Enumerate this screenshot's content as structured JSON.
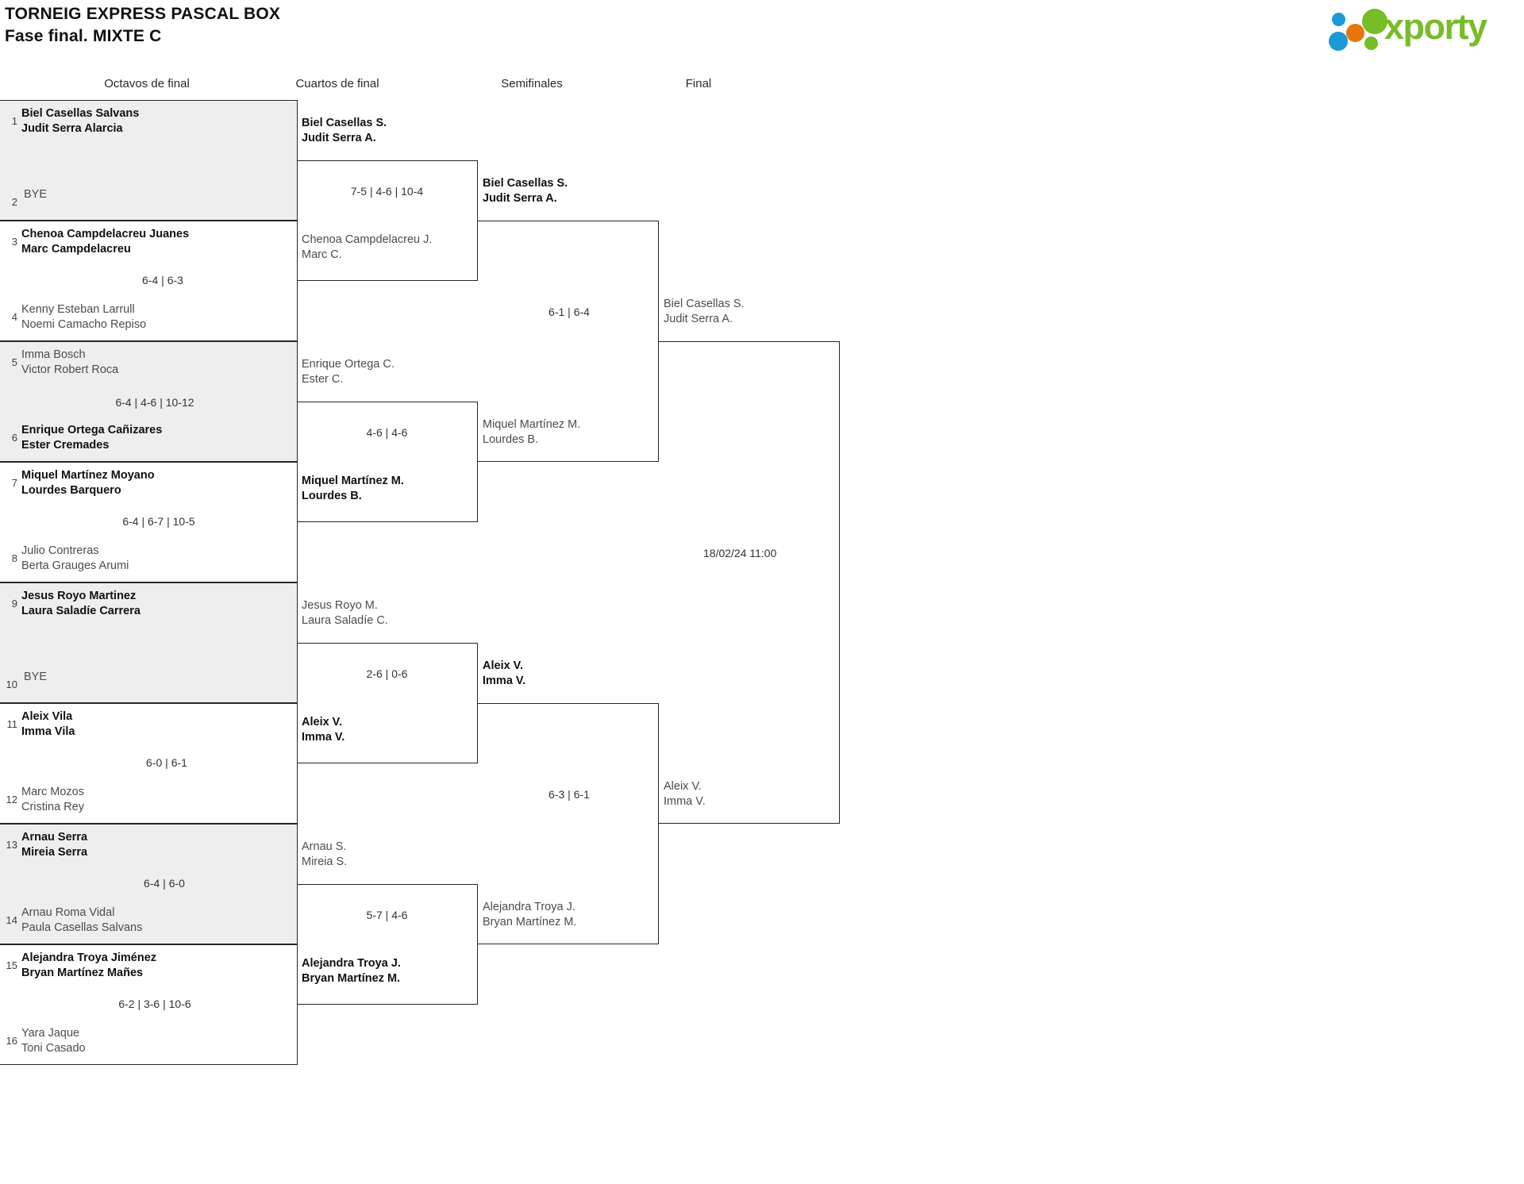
{
  "header": {
    "title_line1": "TORNEIG EXPRESS PASCAL BOX",
    "title_line2": "Fase final. MIXTE C",
    "logo_text": "xporty"
  },
  "rounds": [
    {
      "label": "Octavos de final"
    },
    {
      "label": "Cuartos de final"
    },
    {
      "label": "Semifinales"
    },
    {
      "label": "Final"
    }
  ],
  "round1": {
    "matches": [
      {
        "top": {
          "seed": "1",
          "p1": "Biel Casellas Salvans",
          "p2": "Judit Serra Alarcia",
          "result": "winner"
        },
        "bottom": {
          "seed": "2",
          "bye": "BYE",
          "result": "loser"
        },
        "score": ""
      },
      {
        "top": {
          "seed": "3",
          "p1": "Chenoa Campdelacreu Juanes",
          "p2": "Marc Campdelacreu",
          "result": "winner"
        },
        "bottom": {
          "seed": "4",
          "p1": "Kenny Esteban Larrull",
          "p2": "Noemi Camacho Repiso",
          "result": "loser"
        },
        "score": "6-4 | 6-3"
      },
      {
        "top": {
          "seed": "5",
          "p1": "Imma Bosch",
          "p2": "Victor Robert Roca",
          "result": "loser"
        },
        "bottom": {
          "seed": "6",
          "p1": "Enrique Ortega Cañizares",
          "p2": "Ester Cremades",
          "result": "winner"
        },
        "score": "6-4 | 4-6 | 10-12"
      },
      {
        "top": {
          "seed": "7",
          "p1": "Miquel Martínez Moyano",
          "p2": "Lourdes Barquero",
          "result": "winner"
        },
        "bottom": {
          "seed": "8",
          "p1": "Julio Contreras",
          "p2": "Berta Grauges Arumi",
          "result": "loser"
        },
        "score": "6-4 | 6-7 | 10-5"
      },
      {
        "top": {
          "seed": "9",
          "p1": "Jesus Royo Martinez",
          "p2": "Laura Saladíe Carrera",
          "result": "winner"
        },
        "bottom": {
          "seed": "10",
          "bye": "BYE",
          "result": "loser"
        },
        "score": ""
      },
      {
        "top": {
          "seed": "11",
          "p1": "Aleix Vila",
          "p2": "Imma Vila",
          "result": "winner"
        },
        "bottom": {
          "seed": "12",
          "p1": "Marc Mozos",
          "p2": "Cristina Rey",
          "result": "loser"
        },
        "score": "6-0 | 6-1"
      },
      {
        "top": {
          "seed": "13",
          "p1": "Arnau Serra",
          "p2": "Mireia Serra",
          "result": "winner"
        },
        "bottom": {
          "seed": "14",
          "p1": "Arnau Roma Vidal",
          "p2": "Paula Casellas Salvans",
          "result": "loser"
        },
        "score": "6-4 | 6-0"
      },
      {
        "top": {
          "seed": "15",
          "p1": "Alejandra Troya Jiménez",
          "p2": "Bryan Martínez Mañes",
          "result": "winner"
        },
        "bottom": {
          "seed": "16",
          "p1": "Yara Jaque",
          "p2": "Toni Casado",
          "result": "loser"
        },
        "score": "6-2 | 3-6 | 10-6"
      }
    ]
  },
  "round2": {
    "matches": [
      {
        "top": {
          "p1": "Biel Casellas S.",
          "p2": "Judit Serra A.",
          "result": "winner"
        },
        "bottom": {
          "p1": "Chenoa Campdelacreu J.",
          "p2": "Marc C.",
          "result": "loser"
        },
        "score": "7-5 | 4-6 | 10-4"
      },
      {
        "top": {
          "p1": "Enrique Ortega C.",
          "p2": "Ester C.",
          "result": "loser"
        },
        "bottom": {
          "p1": "Miquel Martínez M.",
          "p2": "Lourdes B.",
          "result": "winner"
        },
        "score": "4-6 | 4-6"
      },
      {
        "top": {
          "p1": "Jesus Royo M.",
          "p2": "Laura Saladíe C.",
          "result": "loser"
        },
        "bottom": {
          "p1": "Aleix V.",
          "p2": "Imma V.",
          "result": "winner"
        },
        "score": "2-6 | 0-6"
      },
      {
        "top": {
          "p1": "Arnau S.",
          "p2": "Mireia S.",
          "result": "loser"
        },
        "bottom": {
          "p1": "Alejandra Troya J.",
          "p2": "Bryan Martínez M.",
          "result": "winner"
        },
        "score": "5-7 | 4-6"
      }
    ]
  },
  "round3": {
    "matches": [
      {
        "top": {
          "p1": "Biel Casellas S.",
          "p2": "Judit Serra A.",
          "result": "winner"
        },
        "bottom": {
          "p1": "Miquel Martínez M.",
          "p2": "Lourdes B.",
          "result": "loser"
        },
        "score": "6-1 | 6-4"
      },
      {
        "top": {
          "p1": "Aleix V.",
          "p2": "Imma V.",
          "result": "winner"
        },
        "bottom": {
          "p1": "Alejandra Troya J.",
          "p2": "Bryan Martínez M.",
          "result": "loser"
        },
        "score": "6-3 | 6-1"
      }
    ]
  },
  "round4": {
    "match": {
      "top": {
        "p1": "Biel Casellas S.",
        "p2": "Judit Serra A.",
        "result": "loser"
      },
      "bottom": {
        "p1": "Aleix V.",
        "p2": "Imma V.",
        "result": "loser"
      },
      "date": "18/02/24 11:00"
    }
  },
  "colors": {
    "shade": "#eeeeee",
    "line": "#262626",
    "brand_green": "#78bc28",
    "brand_blue": "#1b9ad6",
    "brand_orange": "#e8740c"
  }
}
